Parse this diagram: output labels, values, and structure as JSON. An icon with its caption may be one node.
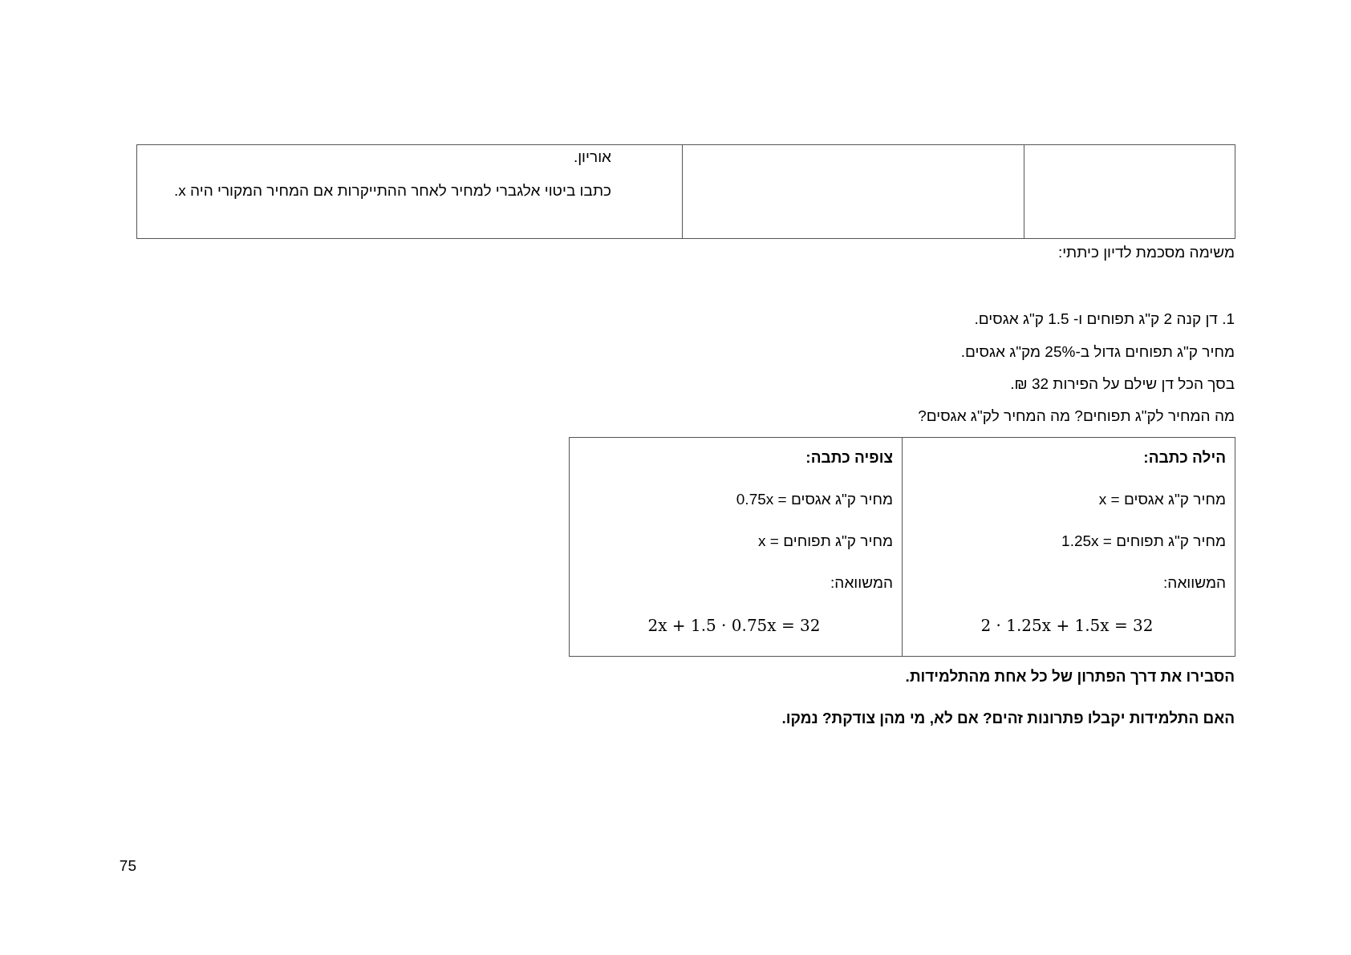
{
  "diagram": {
    "labels": [
      "אוריון.",
      "כתבו ביטוי אלגברי למחיר לאחר ההתייקרות אם המחיר המקורי היה x.",
      "משימה מסכמת לדיון כיתתי:",
      "1. דן קנה 2 ק\"ג תפוחים ו- 1.5 ק\"ג אגסים.",
      "מחיר ק\"ג תפוחים גדול ב-25% מק\"ג אגסים.",
      "בסך הכל דן שילם על הפירות 32 ₪.",
      "מה המחיר לק\"ג תפוחים? מה המחיר לק\"ג אגסים?",
      "הילה כתבה:",
      "מחיר ק\"ג אגסים = x",
      "מחיר ק\"ג תפוחים = 1.25x",
      "המשוואה:",
      "2 · 1.25x + 1.5x = 32",
      "צופיה כתבה:",
      "מחיר ק\"ג אגסים = 0.75x",
      "מחיר ק\"ג תפוחים = x",
      "המשוואה:",
      "2x + 1.5 · 0.75x = 32",
      "הסבירו את דרך הפתרון של כל אחת מהתלמידות.",
      "האם התלמידות יקבלו פתרונות זהים? אם לא, מי מהן צודקת? נמקו.",
      "75"
    ]
  }
}
